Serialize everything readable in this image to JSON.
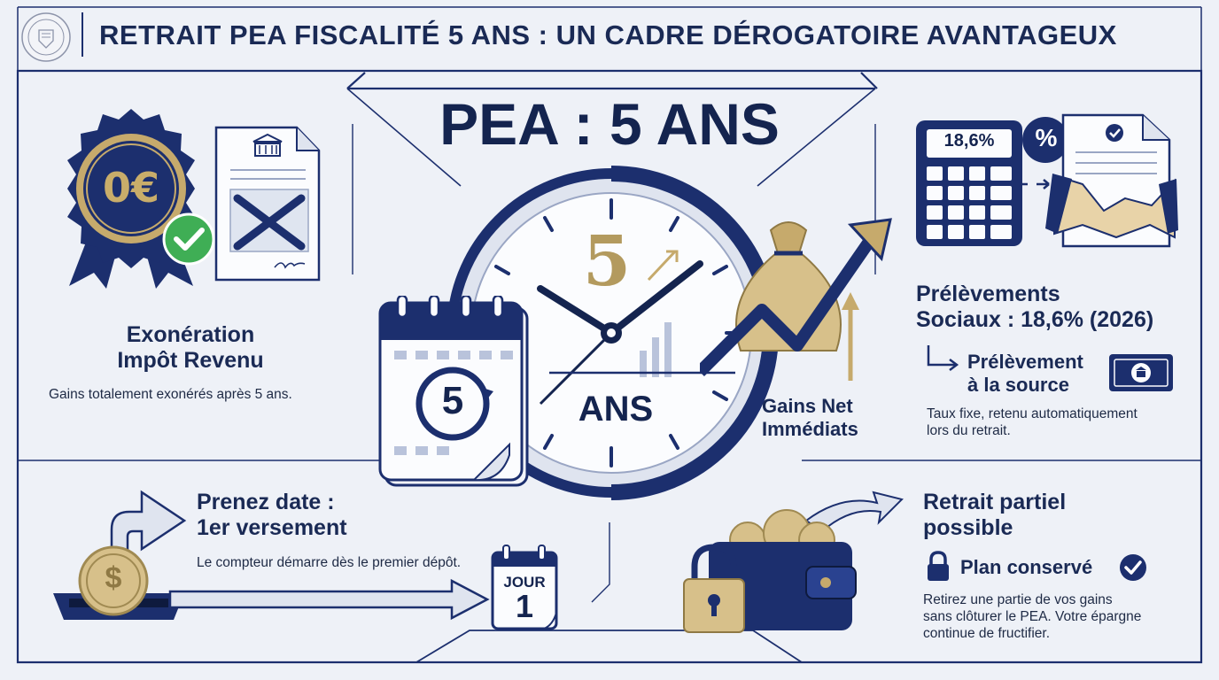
{
  "header": {
    "title": "RETRAIT PEA FISCALITÉ 5 ANS : UN CADRE DÉROGATOIRE AVANTAGEUX"
  },
  "center": {
    "big_title": "PEA : 5 ANS",
    "clock_number": "5",
    "clock_label": "ANS",
    "calendar_number": "5",
    "gains_label": "Gains Net\nImmédiats"
  },
  "left_top": {
    "medal_text": "0€",
    "heading": "Exonération\nImpôt Revenu",
    "text": "Gains totalement exonérés après 5 ans."
  },
  "right_top": {
    "calculator_display": "18,6%",
    "percent_badge": "%",
    "heading": "Prélèvements\nSociaux : 18,6% (2026)",
    "sub_heading": "Prélèvement\nà la source",
    "text": "Taux fixe, retenu automatiquement\nlors du retrait."
  },
  "left_bottom": {
    "heading": "Prenez date :\n1er versement",
    "text": "Le compteur démarre dès le premier dépôt.",
    "calendar_label": "JOUR",
    "calendar_number": "1",
    "coin_symbol": "$"
  },
  "right_bottom": {
    "heading": "Retrait partiel\npossible",
    "sub_heading": "Plan conservé",
    "text": "Retirez une partie de vos gains\nsans clôturer le PEA. Votre épargne\ncontinue de fructifier."
  },
  "colors": {
    "navy": "#1c2f6e",
    "gold": "#c6aa6c",
    "green": "#3fae55",
    "background": "#eef1f7"
  }
}
